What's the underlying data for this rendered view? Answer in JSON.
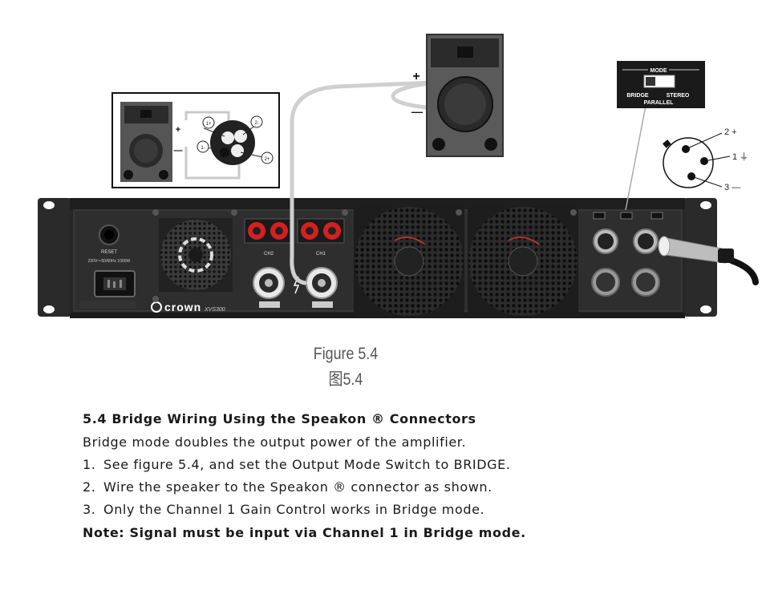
{
  "figure": {
    "mode_switch": {
      "title": "MODE",
      "bridge": "BRIDGE",
      "parallel": "PARALLEL",
      "stereo": "STEREO"
    },
    "xlr_pins": {
      "pin2": "2 +",
      "pin1": "1 ⏚",
      "pin3": "3 —"
    },
    "speaker_plus": "+",
    "speaker_minus": "—",
    "inset": {
      "plus": "+",
      "minus": "—",
      "p1plus": "1+",
      "p1minus": "1-",
      "p2minus": "2-",
      "p2plus": "2+"
    },
    "amp": {
      "reset": "RESET",
      "power_rating": "220V～50/60Hz 1000W",
      "brand": "crown",
      "model": "XVS300",
      "ch2": "CH2",
      "ch1": "CH1"
    }
  },
  "caption": {
    "en": "Figure 5.4",
    "zh": "图5.4"
  },
  "section": {
    "heading": "5.4 Bridge Wiring Using the Speakon ® Connectors",
    "intro": "Bridge mode doubles the output power of the amplifier.",
    "steps": [
      {
        "num": "1.",
        "text": "See figure 5.4, and set the Output Mode Switch to BRIDGE."
      },
      {
        "num": "2.",
        "text": "Wire the speaker to the Speakon ® connector as shown."
      },
      {
        "num": "3.",
        "text": "Only the Channel 1 Gain Control works in Bridge mode."
      }
    ],
    "note": "Note: Signal must be input via Channel 1 in Bridge mode."
  }
}
